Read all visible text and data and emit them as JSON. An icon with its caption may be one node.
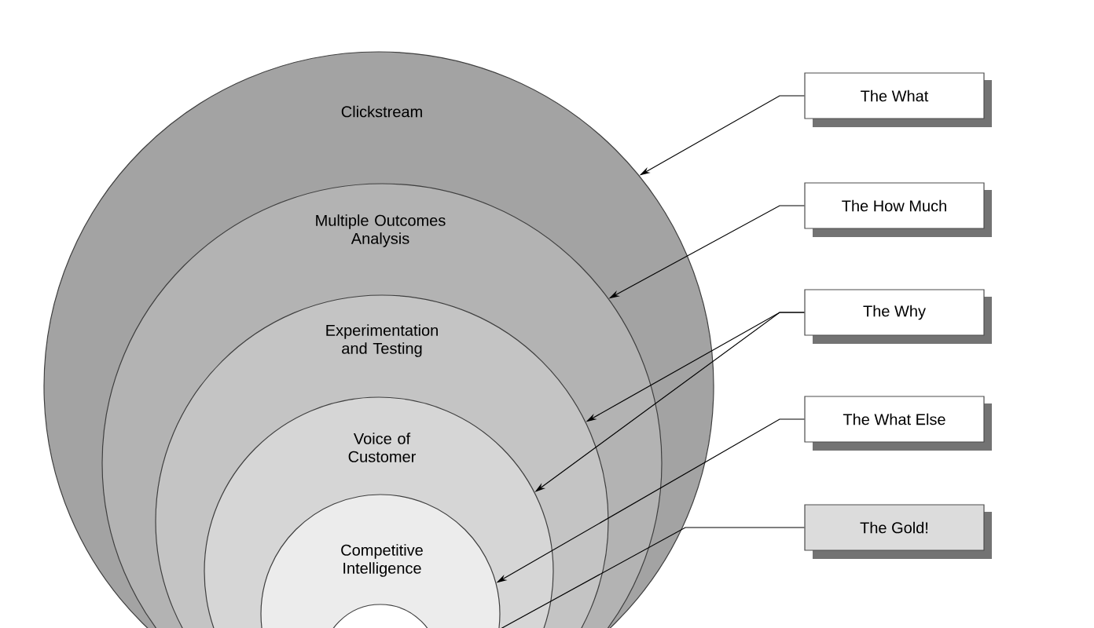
{
  "diagram": {
    "nodes": [
      {
        "text": [
          "Clickstream"
        ]
      },
      {
        "text": [
          "Multiple Outcomes Analysis"
        ],
        "in": 0
      },
      {
        "text": [
          "Experimentation and Testing"
        ],
        "in": 1
      },
      {
        "text": [
          "Voice of Customer"
        ],
        "in": 2
      },
      {
        "text": [
          "Competitive Intelligence"
        ],
        "in": 3
      },
      {
        "text": [],
        "shape": "circle",
        "in": 4
      },
      {
        "text": [
          "The What"
        ]
      },
      {
        "text": [
          "The How Much"
        ]
      },
      {
        "text": [
          "The Why"
        ]
      },
      {
        "text": [
          "The What Else"
        ]
      },
      {
        "text": [
          "The Gold!"
        ]
      }
    ],
    "edges": [
      {
        "from": 6,
        "to": 0,
        "arrow": "to"
      },
      {
        "from": 7,
        "to": 1,
        "arrow": "to"
      },
      {
        "from": 8,
        "to": 2,
        "arrow": "to"
      },
      {
        "from": 8,
        "to": 3,
        "arrow": "to"
      },
      {
        "from": 9,
        "to": 4,
        "arrow": "to"
      },
      {
        "from": 10,
        "to": 5,
        "arrow": "none"
      }
    ]
  }
}
